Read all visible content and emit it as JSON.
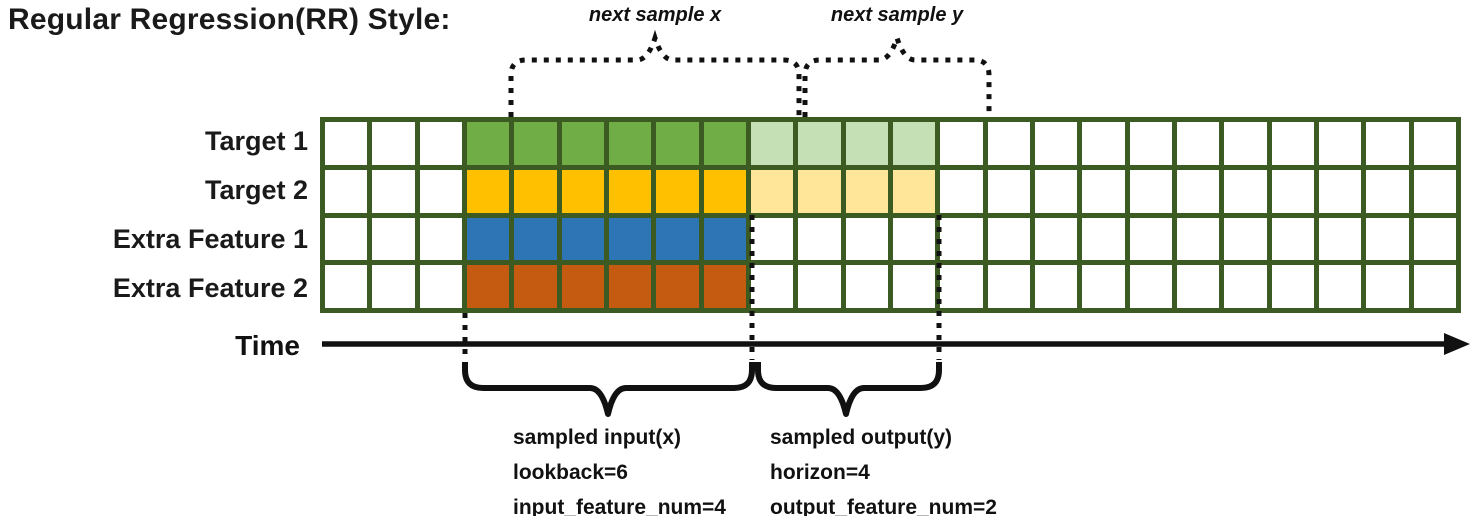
{
  "title": "Regular Regression(RR) Style:",
  "top_braces": [
    {
      "label": "next sample x"
    },
    {
      "label": "next sample y"
    }
  ],
  "grid": {
    "columns": 24,
    "line_color": "#3B5B23",
    "rows": [
      {
        "label": "Target 1",
        "lead": 3,
        "input": 6,
        "output": 4,
        "input_color": "#70AD47",
        "output_color": "#C5E0B4"
      },
      {
        "label": "Target 2",
        "lead": 3,
        "input": 6,
        "output": 4,
        "input_color": "#FFC000",
        "output_color": "#FFE699"
      },
      {
        "label": "Extra Feature 1",
        "lead": 3,
        "input": 6,
        "output": 0,
        "input_color": "#2E75B6",
        "output_color": null
      },
      {
        "label": "Extra Feature 2",
        "lead": 3,
        "input": 6,
        "output": 0,
        "input_color": "#C55A11",
        "output_color": null
      }
    ]
  },
  "time_axis": {
    "label": "Time"
  },
  "annotations": {
    "input": {
      "lines": [
        "sampled input(x)",
        "lookback=6",
        "input_feature_num=4"
      ]
    },
    "output": {
      "lines": [
        "sampled output(y)",
        "horizon=4",
        "output_feature_num=2"
      ]
    }
  }
}
